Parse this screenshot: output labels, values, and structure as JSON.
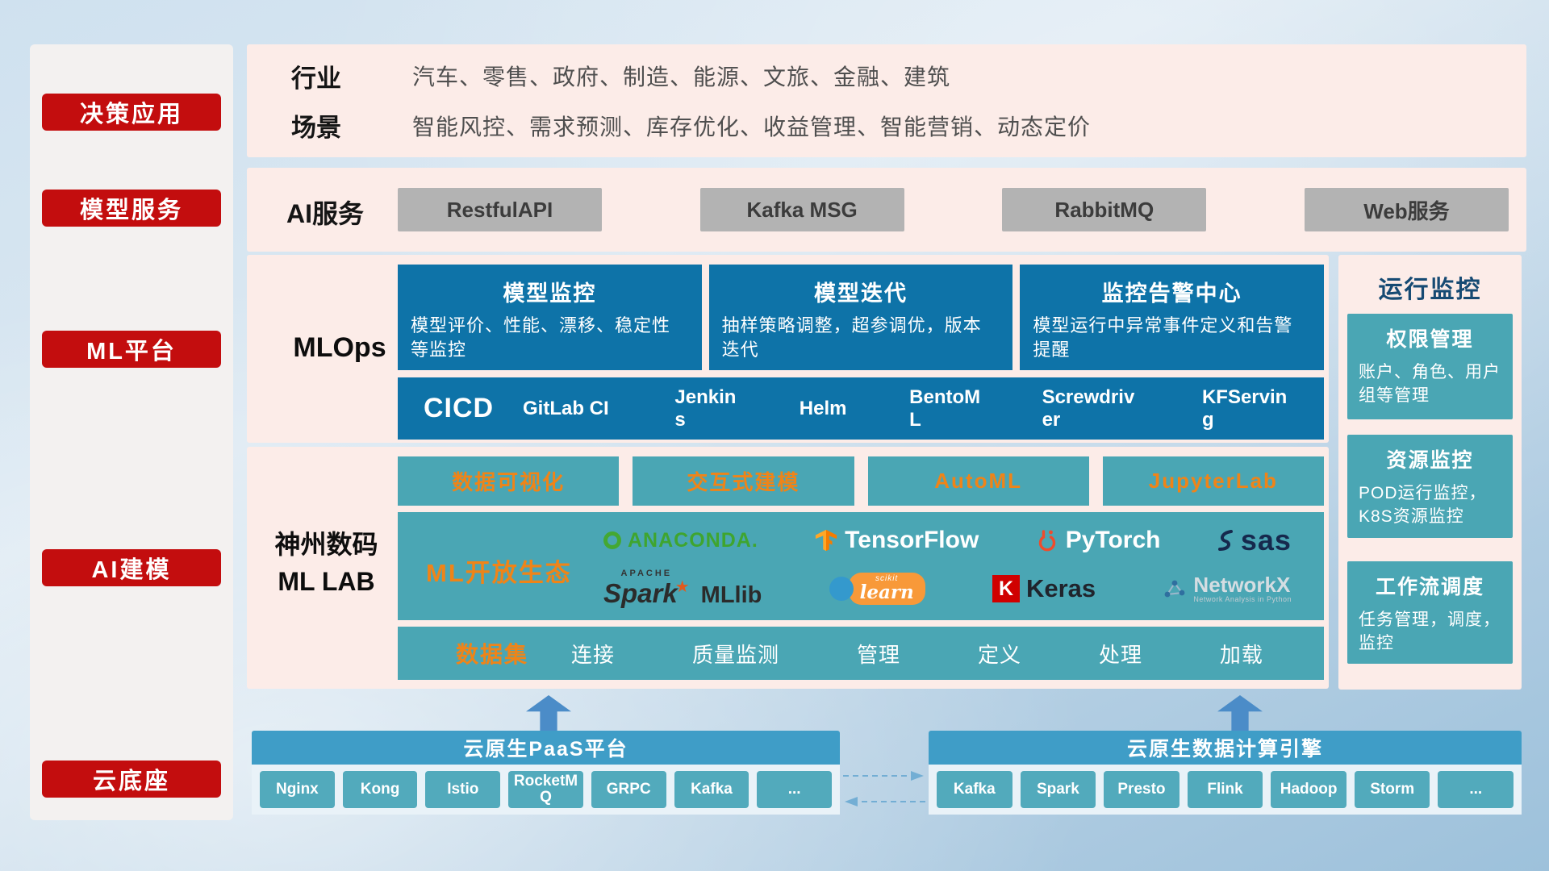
{
  "sidebar": {
    "items": [
      {
        "label": "决策应用"
      },
      {
        "label": "模型服务"
      },
      {
        "label": "ML平台"
      },
      {
        "label": "AI建模"
      },
      {
        "label": "云底座"
      }
    ]
  },
  "industry": {
    "rows": [
      {
        "label": "行业",
        "value": "汽车、零售、政府、制造、能源、文旅、金融、建筑"
      },
      {
        "label": "场景",
        "value": "智能风控、需求预测、库存优化、收益管理、智能营销、动态定价"
      }
    ]
  },
  "ai_service": {
    "label": "AI服务",
    "items": [
      "RestfulAPI",
      "Kafka MSG",
      "RabbitMQ",
      "Web服务"
    ]
  },
  "mlops": {
    "label": "MLOps",
    "cards": [
      {
        "title": "模型监控",
        "desc": "模型评价、性能、漂移、稳定性等监控"
      },
      {
        "title": "模型迭代",
        "desc": "抽样策略调整，超参调优，版本迭代"
      },
      {
        "title": "监控告警中心",
        "desc": "模型运行中异常事件定义和告警提醒"
      }
    ],
    "cicd": {
      "label": "CICD",
      "items": [
        "GitLab CI",
        "Jenkins",
        "Helm",
        "BentoML",
        "Screwdriver",
        "KFServing"
      ]
    }
  },
  "mllab": {
    "label_line1": "神州数码",
    "label_line2": "ML LAB",
    "tools": [
      "数据可视化",
      "交互式建模",
      "AutoML",
      "JupyterLab"
    ],
    "ecosystem": {
      "label": "ML开放生态",
      "anaconda": "ANACONDA.",
      "tensorflow": "TensorFlow",
      "pytorch": "PyTorch",
      "sas": "sas",
      "spark_top": "APACHE",
      "spark": "Spark",
      "mllib": "MLlib",
      "sklearn_top": "scikit",
      "sklearn": "learn",
      "keras_letter": "K",
      "keras": "Keras",
      "networkx": "NetworkX",
      "networkx_sub": "Network Analysis in Python"
    },
    "dataset": {
      "label": "数据集",
      "items": [
        "连接",
        "质量监测",
        "管理",
        "定义",
        "处理",
        "加载"
      ]
    }
  },
  "monitoring": {
    "title": "运行监控",
    "cards": [
      {
        "title": "权限管理",
        "desc": "账户、角色、用户组等管理"
      },
      {
        "title": "资源监控",
        "desc": "POD运行监控，K8S资源监控"
      },
      {
        "title": "工作流调度",
        "desc": "任务管理，调度，监控"
      }
    ]
  },
  "paas": {
    "title": "云原生PaaS平台",
    "items": [
      "Nginx",
      "Kong",
      "Istio",
      "RocketMQ",
      "GRPC",
      "Kafka",
      "..."
    ]
  },
  "compute": {
    "title": "云原生数据计算引擎",
    "items": [
      "Kafka",
      "Spark",
      "Presto",
      "Flink",
      "Hadoop",
      "Storm",
      "..."
    ]
  },
  "colors": {
    "red": "#c30d0e",
    "blue": "#0e73a8",
    "teal": "#4aa6b4",
    "orange": "#ef8418",
    "bar_blue": "#3f9dc7",
    "panel_pink": "#fcece8"
  }
}
